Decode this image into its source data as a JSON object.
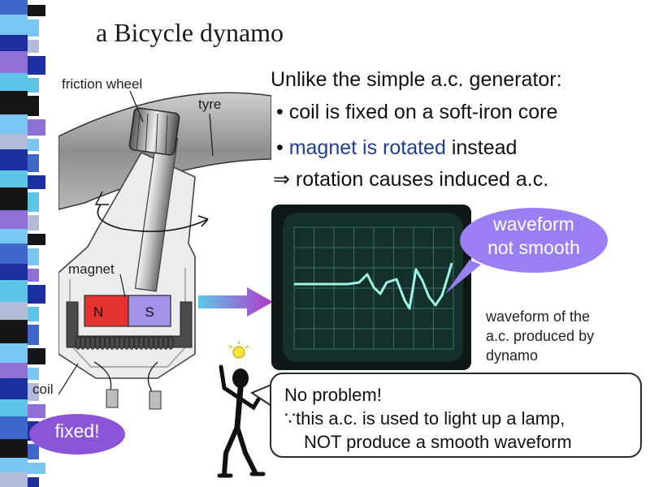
{
  "title": "a   Bicycle dynamo",
  "header": "Unlike the simple a.c. generator:",
  "bullets": {
    "b1": "• coil is fixed on a soft-iron core",
    "b2_bullet": "• ",
    "b2_blue": "magnet is rotated",
    "b2_rest": " instead",
    "b3_arrow": "⇒",
    "b3_text": " rotation causes induced a.c."
  },
  "labels": {
    "friction_wheel": "friction wheel",
    "tyre": "tyre",
    "magnet": "magnet",
    "coil": "coil",
    "north": "N",
    "south": "S"
  },
  "callouts": {
    "waveform_line1": "waveform",
    "waveform_line2": "not smooth",
    "fixed": "fixed!"
  },
  "caption": {
    "line1": "waveform of the",
    "line2": "a.c. produced by",
    "line3": "dynamo"
  },
  "note": {
    "line1": "No problem!",
    "line2": "∵this a.c. is used to light up a lamp,",
    "line3": "NOT produce a smooth waveform"
  },
  "colors": {
    "strip": [
      "#3f67c8",
      "#79c6f2",
      "#1d2ea0",
      "#8f6fd6",
      "#5ec4e8",
      "#b2bcd8",
      "#161616",
      "#eaebf0"
    ],
    "north_pole": "#e2332e",
    "south_pole": "#a491e8",
    "cloud": "#9a7ef3",
    "fixed_oval": "#8b55d8",
    "arrow_gradient": [
      "#5cc8ea",
      "#b238c8"
    ],
    "trace": "#9ef5e4",
    "text_blue": "#1f3f8f"
  },
  "icons": [
    "lightbulb-icon",
    "stick-figure-icon",
    "right-arrow-icon",
    "rotation-arrow-icon"
  ]
}
